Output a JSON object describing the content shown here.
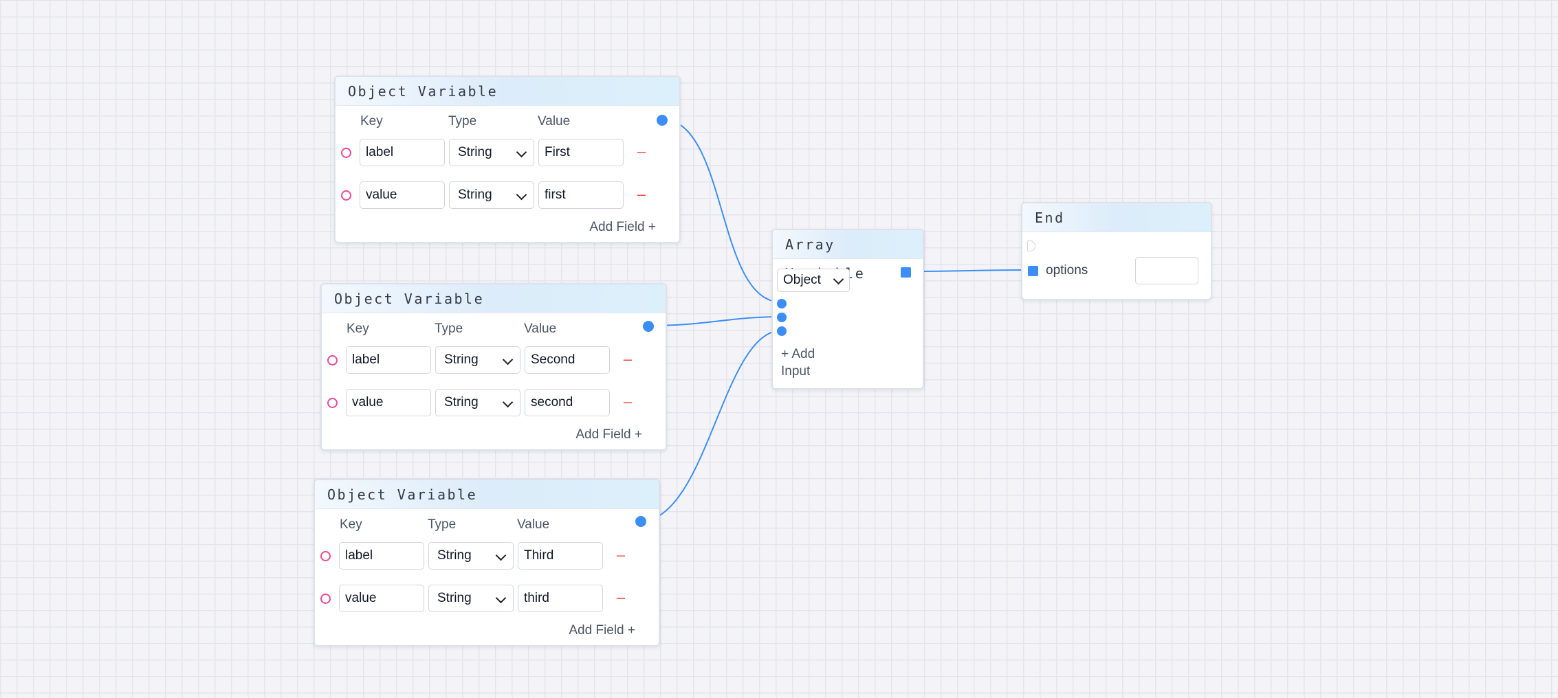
{
  "object_nodes": [
    {
      "title": "Object Variable",
      "columns": {
        "key": "Key",
        "type": "Type",
        "value": "Value"
      },
      "rows": [
        {
          "key": "label",
          "type": "String",
          "value": "First",
          "remove": "–"
        },
        {
          "key": "value",
          "type": "String",
          "value": "first",
          "remove": "–"
        }
      ],
      "add_field_label": "Add Field +"
    },
    {
      "title": "Object Variable",
      "columns": {
        "key": "Key",
        "type": "Type",
        "value": "Value"
      },
      "rows": [
        {
          "key": "label",
          "type": "String",
          "value": "Second",
          "remove": "–"
        },
        {
          "key": "value",
          "type": "String",
          "value": "second",
          "remove": "–"
        }
      ],
      "add_field_label": "Add Field +"
    },
    {
      "title": "Object Variable",
      "columns": {
        "key": "Key",
        "type": "Type",
        "value": "Value"
      },
      "rows": [
        {
          "key": "label",
          "type": "String",
          "value": "Third",
          "remove": "–"
        },
        {
          "key": "value",
          "type": "String",
          "value": "third",
          "remove": "–"
        }
      ],
      "add_field_label": "Add Field +"
    }
  ],
  "array_node": {
    "title": "Array Variable",
    "type_select": "Object",
    "add_input_line1": "+ Add",
    "add_input_line2": "Input"
  },
  "end_node": {
    "title": "End",
    "input_label": "options",
    "input_value": ""
  },
  "colors": {
    "pin_blue": "#3b8ef5",
    "pin_pink": "#ec4899",
    "remove_red": "#ef4444",
    "wire": "#3b8ef5"
  }
}
